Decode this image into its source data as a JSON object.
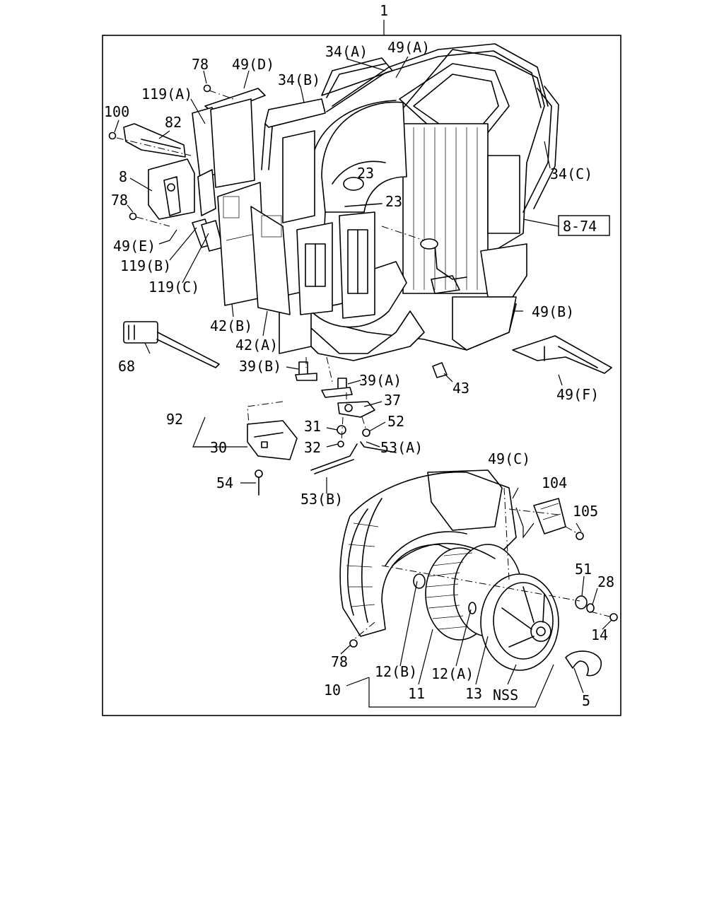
{
  "labels": {
    "assembly": "1",
    "p34a": "34(A)",
    "p49a": "49(A)",
    "p49d": "49(D)",
    "p78_top": "78",
    "p34b": "34(B)",
    "p119a": "119(A)",
    "p100": "100",
    "p82": "82",
    "p8": "8",
    "p78_mid": "78",
    "p49e": "49(E)",
    "p119b": "119(B)",
    "p119c": "119(C)",
    "p23_a": "23",
    "p23_b": "23",
    "p34c": "34(C)",
    "ref": "8-74",
    "p49b": "49(B)",
    "p42b": "42(B)",
    "p42a": "42(A)",
    "p68": "68",
    "p39b": "39(B)",
    "p39a": "39(A)",
    "p43": "43",
    "p49f": "49(F)",
    "p37": "37",
    "p92": "92",
    "p31": "31",
    "p52": "52",
    "p30": "30",
    "p32": "32",
    "p53a": "53(A)",
    "p54": "54",
    "p53b": "53(B)",
    "p49c": "49(C)",
    "p104": "104",
    "p105": "105",
    "p51": "51",
    "p28": "28",
    "p14": "14",
    "p78_bot": "78",
    "p12b": "12(B)",
    "p12a": "12(A)",
    "p10": "10",
    "p11": "11",
    "p13": "13",
    "nss": "NSS",
    "p5": "5"
  }
}
